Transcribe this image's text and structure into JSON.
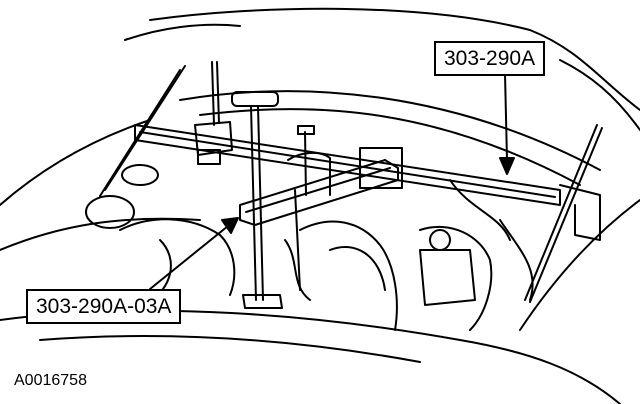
{
  "callouts": {
    "tool_a": "303-290A",
    "tool_b": "303-290A-03A"
  },
  "figure_id": "A0016758",
  "colors": {
    "line": "#000000",
    "background": "#ffffff"
  }
}
